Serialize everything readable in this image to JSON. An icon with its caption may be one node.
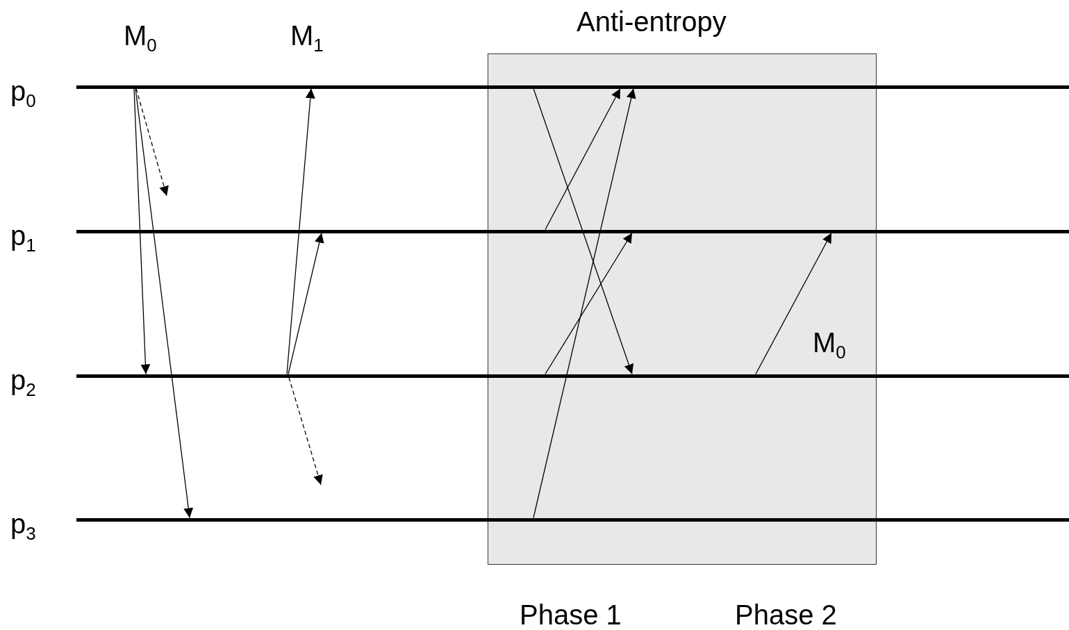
{
  "diagram": {
    "nodes": [
      {
        "text": [],
        "shape": "line",
        "beside": [
          "p$_{0}$"
        ]
      },
      {
        "text": [],
        "shape": "line",
        "beside": [
          "p$_{1}$"
        ]
      },
      {
        "text": [],
        "shape": "line",
        "beside": [
          "p$_{2}$"
        ]
      },
      {
        "text": [],
        "shape": "line",
        "beside": [
          "p$_{3}$"
        ]
      }
    ],
    "edges": [
      {
        "from": 0,
        "to": 2,
        "arrow": "to"
      },
      {
        "from": 0,
        "to": 3,
        "arrow": "to"
      },
      {
        "from": 0,
        "to": null,
        "arrow": "to",
        "style": "dashed"
      },
      {
        "from": 2,
        "to": 0,
        "arrow": "to"
      },
      {
        "from": 2,
        "to": 1,
        "arrow": "to"
      },
      {
        "from": 2,
        "to": null,
        "arrow": "to",
        "style": "dashed"
      },
      {
        "from": 0,
        "to": 2,
        "arrow": "to"
      },
      {
        "from": 1,
        "to": 0,
        "arrow": "to"
      },
      {
        "from": 2,
        "to": 1,
        "arrow": "to"
      },
      {
        "from": 3,
        "to": 0,
        "arrow": "to"
      },
      {
        "from": 2,
        "to": 1,
        "arrow": "to"
      }
    ],
    "labels": [
      "M$_{0}$",
      "M$_{1}$",
      "Anti-entropy",
      "M$_{0}$",
      "Phase 1",
      "Phase 2"
    ]
  }
}
